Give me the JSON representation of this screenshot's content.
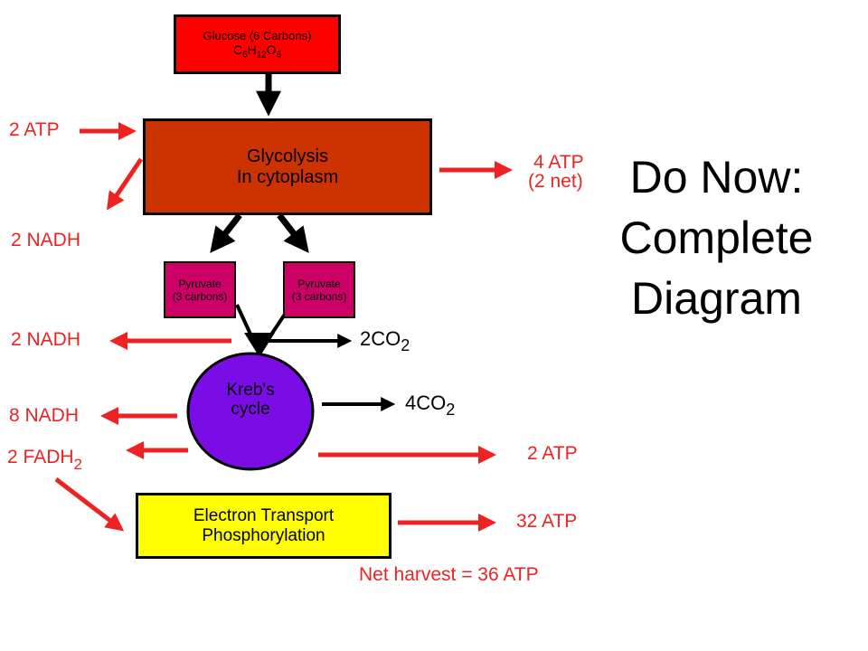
{
  "colors": {
    "glucose_box": "#ff0000",
    "glycolysis_box": "#cc3300",
    "pyruvate_box": "#cc0066",
    "krebs_circle": "#7a0ce6",
    "etc_box": "#ffff00",
    "red_arrow": "#ee2222",
    "black_arrow": "#000000"
  },
  "glucose": {
    "line1": "Glucose (6 Carbons)",
    "f1": "C",
    "f1s": "6",
    "f2": "H",
    "f2s": "12",
    "f3": "O",
    "f3s": "6"
  },
  "glycolysis": {
    "line1": "Glycolysis",
    "line2": "In cytoplasm"
  },
  "pyruvate_left": {
    "line1": "Pyruvate",
    "line2": "(3 carbons)"
  },
  "pyruvate_right": {
    "line1": "Pyruvate",
    "line2": "(3 carbons)"
  },
  "krebs": {
    "line1": "Kreb's",
    "line2": "cycle"
  },
  "etc": {
    "line1": "Electron Transport",
    "line2": "Phosphorylation"
  },
  "labels": {
    "atp_in": "2 ATP",
    "nadh_glycolysis": "2 NADH",
    "atp_out_1": "4 ATP",
    "atp_out_1_net": "(2 net)",
    "nadh_pyruvate": "2 NADH",
    "co2_pyruvate_num": "2CO",
    "co2_pyruvate_sub": "2",
    "nadh_krebs": "8 NADH",
    "co2_krebs_num": "4CO",
    "co2_krebs_sub": "2",
    "fadh_main": "2 FADH",
    "fadh_sub": "2",
    "atp_krebs": "2 ATP",
    "atp_etc": "32 ATP",
    "net_harvest": "Net harvest = 36 ATP"
  },
  "title": {
    "line1": "Do Now:",
    "line2": "Complete",
    "line3": "Diagram"
  }
}
